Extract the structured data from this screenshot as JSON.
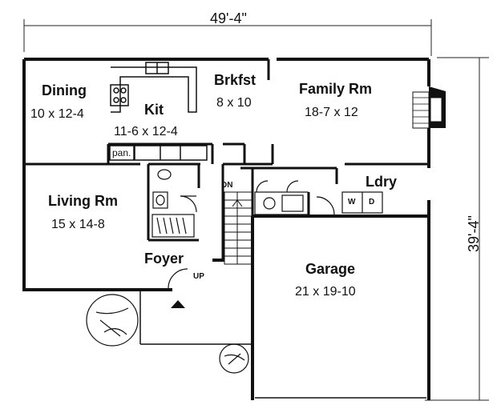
{
  "dimensions": {
    "width": "49'-4\"",
    "depth": "39'-4\""
  },
  "rooms": {
    "dining": {
      "name": "Dining",
      "size": "10 x 12-4"
    },
    "kit": {
      "name": "Kit",
      "size": "11-6 x 12-4"
    },
    "brkfst": {
      "name": "Brkfst",
      "size": "8 x 10"
    },
    "family": {
      "name": "Family Rm",
      "size": "18-7 x 12"
    },
    "living": {
      "name": "Living Rm",
      "size": "15 x 14-8"
    },
    "foyer": {
      "name": "Foyer"
    },
    "garage": {
      "name": "Garage",
      "size": "21 x 19-10"
    },
    "laundry": {
      "name": "Ldry"
    }
  },
  "labels": {
    "pantry": "pan.",
    "stairs_down": "DN",
    "stairs_up": "UP",
    "washer": "W",
    "dryer": "D"
  }
}
